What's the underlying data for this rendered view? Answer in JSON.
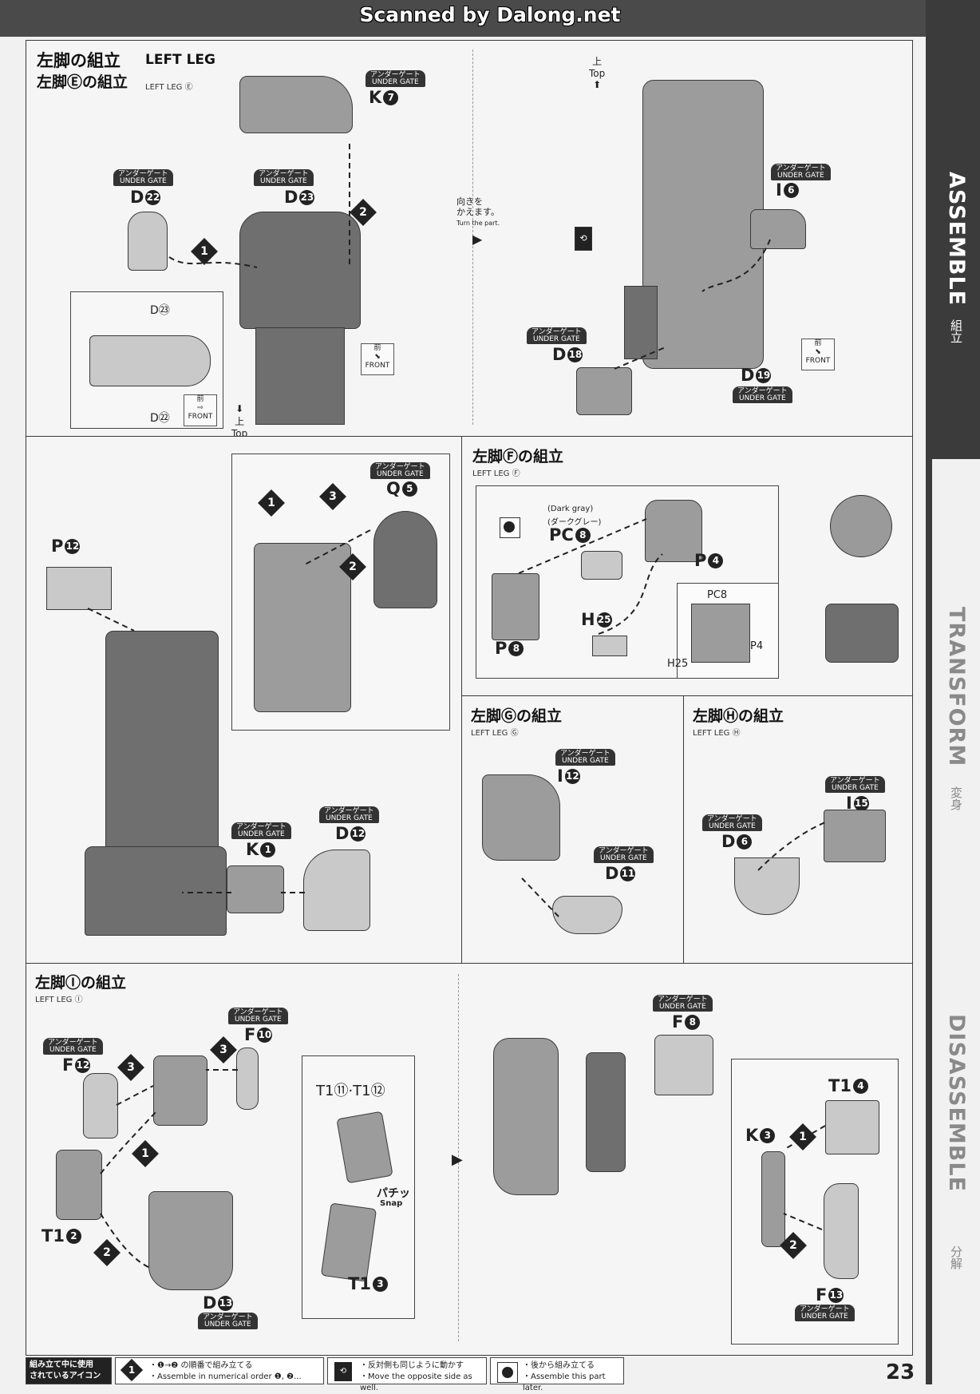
{
  "header": {
    "scanned_by": "Scanned by Dalong.net"
  },
  "sidebar": {
    "sections": [
      {
        "en": "ASSEMBLE",
        "jp": "組立",
        "active": true
      },
      {
        "en": "TRANSFORM",
        "jp": "変身",
        "active": false
      },
      {
        "en": "DISASSEMBLE",
        "jp": "分解",
        "active": false
      }
    ]
  },
  "common": {
    "under_gate_jp": "アンダーゲート",
    "under_gate_en": "UNDER GATE",
    "front_jp": "前",
    "front_en": "FRONT",
    "top_jp": "上",
    "top_en": "Top"
  },
  "panel1": {
    "title_jp": "左脚の組立",
    "title_en": "LEFT LEG",
    "sub_jp": "左脚Ⓔの組立",
    "sub_en": "LEFT LEG Ⓔ",
    "parts": {
      "k7": "K",
      "k7n": "7",
      "d22": "D",
      "d22n": "22",
      "d23": "D",
      "d23n": "23"
    },
    "inset_d23": "D㉓",
    "inset_d22": "D㉒",
    "turn_jp1": "向きを",
    "turn_jp2": "かえます。",
    "turn_en": "Turn the part.",
    "i6": "I",
    "i6n": "6",
    "d18": "D",
    "d18n": "18",
    "d19": "D",
    "d19n": "19"
  },
  "panel2": {
    "p12": "P",
    "p12n": "12",
    "q5": "Q",
    "q5n": "5",
    "k1": "K",
    "k1n": "1",
    "d12": "D",
    "d12n": "12"
  },
  "panelF": {
    "title_jp": "左脚Ⓕの組立",
    "sub_en": "LEFT LEG Ⓕ",
    "color_en": "(Dark gray)",
    "color_jp": "(ダークグレー)",
    "pc8": "PC",
    "pc8n": "8",
    "p4": "P",
    "p4n": "4",
    "p8": "P",
    "p8n": "8",
    "h25": "H",
    "h25n": "25",
    "inset_pc8": "PC8",
    "inset_p4": "P4",
    "inset_h25": "H25"
  },
  "panelG": {
    "title_jp": "左脚Ⓖの組立",
    "sub_en": "LEFT LEG Ⓖ",
    "i12": "I",
    "i12n": "12",
    "d11": "D",
    "d11n": "11"
  },
  "panelH": {
    "title_jp": "左脚Ⓗの組立",
    "sub_en": "LEFT LEG Ⓗ",
    "i15": "I",
    "i15n": "15",
    "d6": "D",
    "d6n": "6"
  },
  "panelI": {
    "title_jp": "左脚Ⓘの組立",
    "sub_en": "LEFT LEG Ⓘ",
    "f12": "F",
    "f12n": "12",
    "f10": "F",
    "f10n": "10",
    "t12": "T1",
    "t12n": "2",
    "d13": "D",
    "d13n": "13",
    "inset_top": "T1⑪·T1⑫",
    "snap_jp": "パチッ",
    "snap_en": "Snap",
    "t13": "T1",
    "t13n": "3",
    "f8": "F",
    "f8n": "8",
    "t14": "T1",
    "t14n": "4",
    "k3": "K",
    "k3n": "3",
    "f13": "F",
    "f13n": "13"
  },
  "legend": {
    "label_jp1": "組み立て中に使用",
    "label_jp2": "されているアイコン",
    "item1_jp": "・❶→❷ の順番で組み立てる",
    "item1_en": "・Assemble in numerical order ❶, ❷...",
    "item2_jp": "・反対側も同じように動かす",
    "item2_en": "・Move the opposite side as well.",
    "item3_jp": "・後から組み立てる",
    "item3_en": "・Assemble this part later."
  },
  "page_number": "23"
}
